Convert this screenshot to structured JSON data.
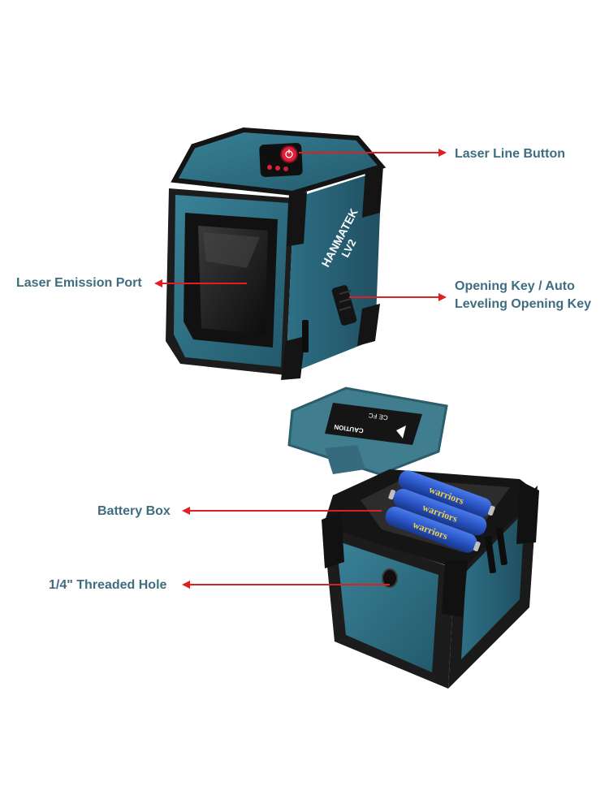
{
  "callouts": {
    "laser_line_button": "Laser Line Button",
    "laser_emission_port": "Laser Emission Port",
    "opening_key": [
      "Opening Key / Auto",
      "Leveling Opening Key"
    ],
    "battery_box": "Battery Box",
    "threaded_hole": "1/4\" Threaded Hole"
  },
  "device": {
    "brand": "HANMATEK",
    "model": "LV2"
  },
  "battery_lid": {
    "caution": "CAUTION",
    "marks": "CE FC"
  },
  "batteries": {
    "brand": "warriors"
  },
  "colors": {
    "label_text": "#3f6d80",
    "arrow": "#e02020",
    "body_teal": "#2c6b80",
    "frame_black": "#1c1c1c",
    "battery_blue": "#2a56c8"
  }
}
